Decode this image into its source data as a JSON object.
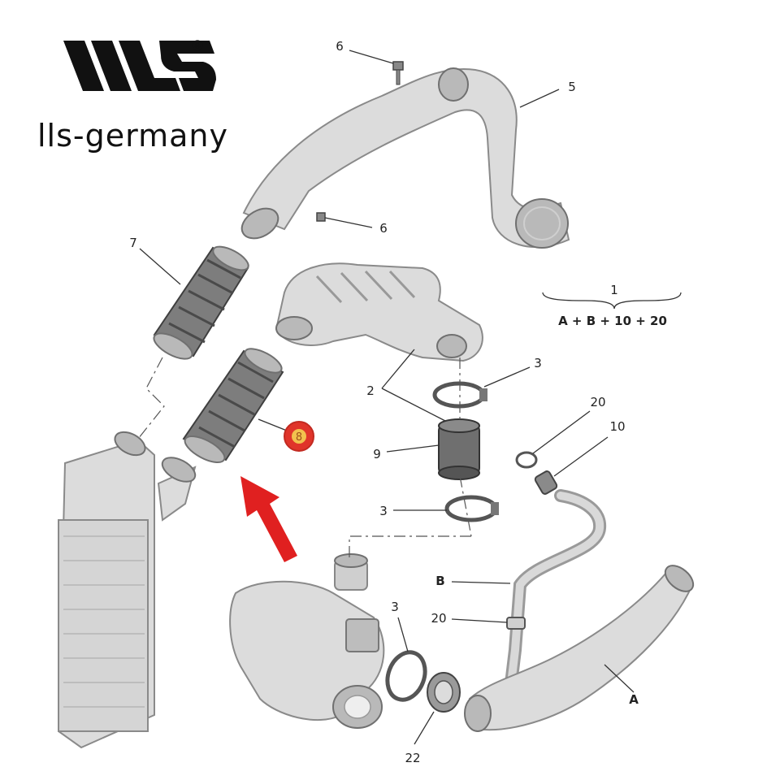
{
  "brand": {
    "name": "lls-germany",
    "registered_mark": "®",
    "logo_color": "#111111"
  },
  "highlight": {
    "label": "8",
    "fill_color": "#e0342a",
    "text_color": "#f2c14e"
  },
  "arrow": {
    "color": "#e02020"
  },
  "labels": {
    "c6a": "6",
    "c5": "5",
    "c6b": "6",
    "c7": "7",
    "c1": "1",
    "formula": "A + B + 10 + 20",
    "c2": "2",
    "c3a": "3",
    "c20a": "20",
    "c10": "10",
    "c9": "9",
    "c3b": "3",
    "cB": "B",
    "c3c": "3",
    "c20b": "20",
    "cA": "A",
    "c22": "22"
  }
}
